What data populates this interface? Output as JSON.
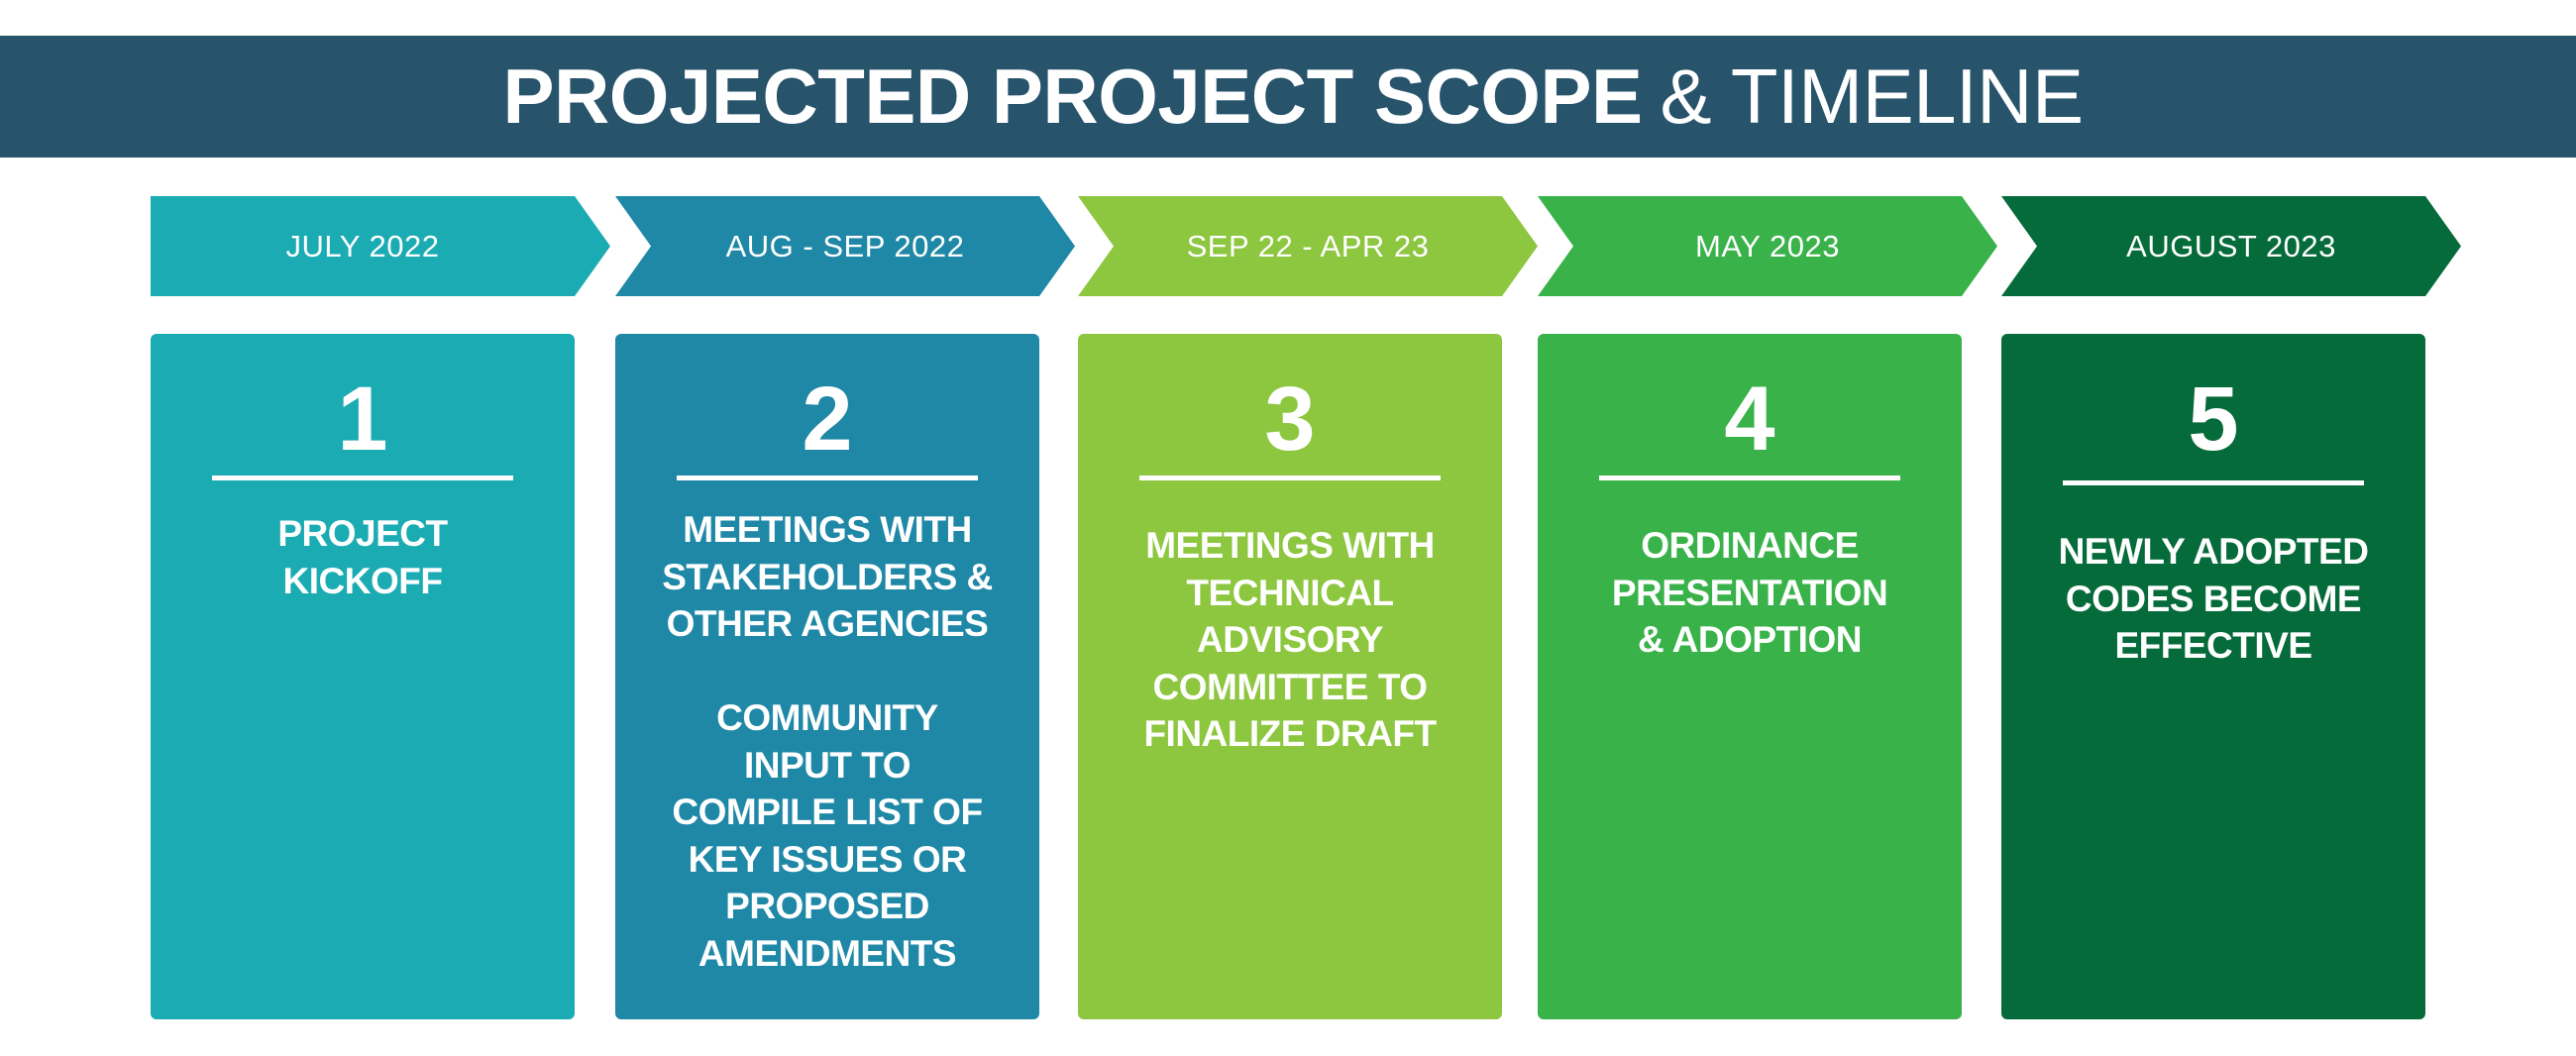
{
  "header": {
    "title_bold": "PROJECTED PROJECT SCOPE",
    "title_light": "& TIMELINE",
    "background": "#27536b"
  },
  "phases": [
    {
      "number": "1",
      "period": "JULY 2022",
      "color": "#1aabb3",
      "description": [
        "PROJECT",
        "KICKOFF"
      ],
      "description_2": []
    },
    {
      "number": "2",
      "period": "AUG - SEP 2022",
      "color": "#1f88a6",
      "description": [
        "MEETINGS WITH",
        "STAKEHOLDERS &",
        "OTHER AGENCIES"
      ],
      "description_2": [
        "COMMUNITY",
        "INPUT TO",
        "COMPILE LIST OF",
        "KEY ISSUES OR",
        "PROPOSED",
        "AMENDMENTS"
      ]
    },
    {
      "number": "3",
      "period": "SEP 22 - APR 23",
      "color": "#8dc63f",
      "description": [
        "MEETINGS WITH",
        "TECHNICAL",
        "ADVISORY",
        "COMMITTEE TO",
        "FINALIZE DRAFT"
      ],
      "description_2": []
    },
    {
      "number": "4",
      "period": "MAY 2023",
      "color": "#39b24a",
      "description": [
        "ORDINANCE",
        "PRESENTATION",
        "& ADOPTION"
      ],
      "description_2": []
    },
    {
      "number": "5",
      "period": "AUGUST 2023",
      "color": "#066b3a",
      "description": [
        "NEWLY ADOPTED",
        "CODES BECOME",
        "EFFECTIVE"
      ],
      "description_2": []
    }
  ]
}
